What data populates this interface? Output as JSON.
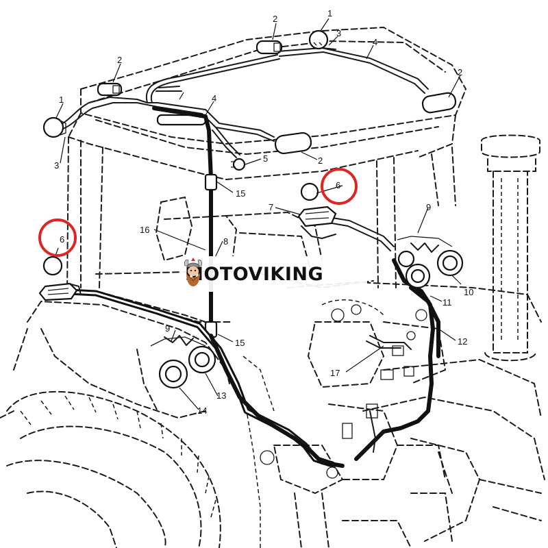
{
  "watermark": {
    "text": "MOTOVIKING"
  },
  "callouts": {
    "c1a": "1",
    "c1b": "1",
    "c2a": "2",
    "c2b": "2",
    "c2c": "2",
    "c2d": "2",
    "c3a": "3",
    "c3b": "3",
    "c4a": "4",
    "c4b": "4",
    "c5": "5",
    "c6a": "6",
    "c6b": "6",
    "c7": "7",
    "c8": "8",
    "c9a": "9",
    "c9b": "9",
    "c10": "10",
    "c11": "11",
    "c12": "12",
    "c13": "13",
    "c14": "14",
    "c15a": "15",
    "c15b": "15",
    "c16": "16",
    "c17": "17"
  },
  "highlight_color": "#e02424",
  "line_color": "#111111"
}
